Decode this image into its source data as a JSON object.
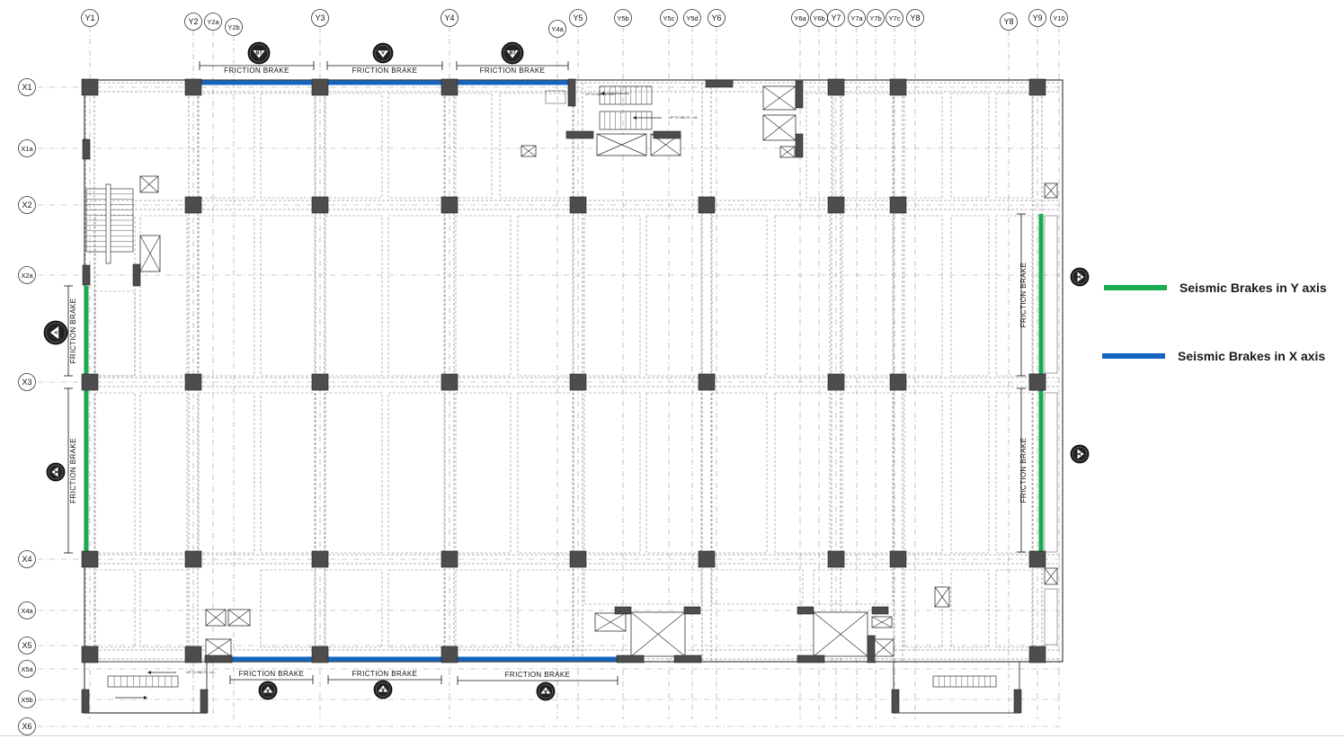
{
  "grid": {
    "y_axes": [
      "Y1",
      "Y2",
      "Y2a",
      "Y2b",
      "Y3",
      "Y4",
      "Y4a",
      "Y5",
      "Y5b",
      "Y5c",
      "Y5d",
      "Y6",
      "Y6a",
      "Y6b",
      "Y7",
      "Y7a",
      "Y7b",
      "Y7c",
      "Y8",
      "Y8",
      "Y9",
      "Y10"
    ],
    "x_axes": [
      "X1",
      "X1a",
      "X2",
      "X2a",
      "X3",
      "X4",
      "X4a",
      "X5",
      "X5a",
      "X5b",
      "X6"
    ]
  },
  "braces": {
    "label": "FRICTION BRAKE",
    "detail_marks": [
      "B7",
      "V",
      "B7",
      "V",
      "A",
      "A",
      "A",
      "A",
      "A"
    ]
  },
  "stair_notes": [
    "UP TO 2ND FL. LVL.",
    "UP TO 2ND FL. LVL.",
    "UP TO 2ND FL. LVL."
  ],
  "legend": {
    "y_label": "Seismic Brakes in Y axis",
    "x_label": "Seismic Brakes in X axis",
    "y_color": "#1aaa4f",
    "x_color": "#1565c0"
  }
}
